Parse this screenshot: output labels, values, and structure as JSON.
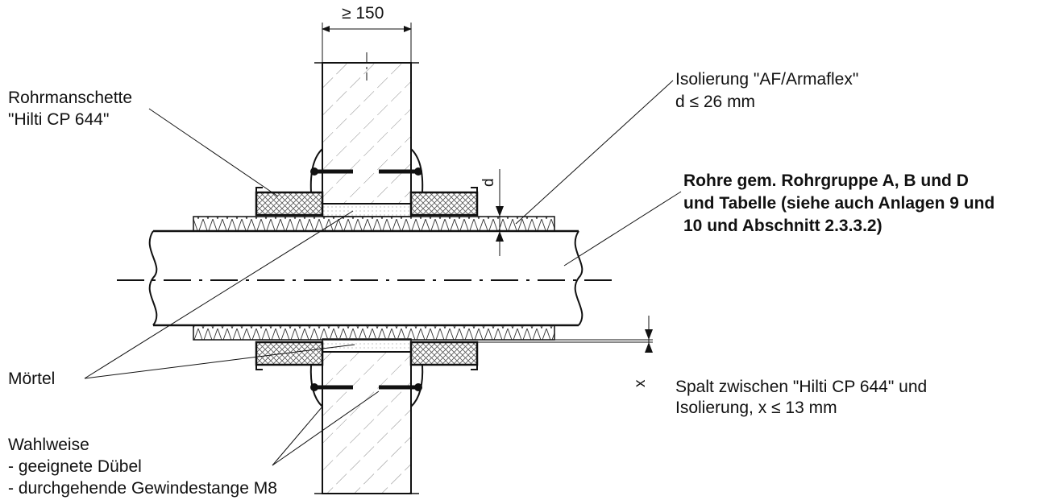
{
  "labels": {
    "wall_thickness": "≥ 150",
    "collar_line1": "Rohrmanschette",
    "collar_line2": "\"Hilti CP 644\"",
    "insulation_line1": "Isolierung \"AF/Armaflex\"",
    "insulation_line2": "d ≤ 26 mm",
    "pipes_line1": "Rohre gem. Rohrgruppe A, B und D",
    "pipes_line2": "und Tabelle (siehe auch Anlagen 9 und",
    "pipes_line3": "10 und Abschnitt 2.3.3.2)",
    "dim_d": "d",
    "dim_x": "x",
    "mortar": "Mörtel",
    "gap_line1": "Spalt zwischen \"Hilti CP 644\" und",
    "gap_line2": "Isolierung, x ≤ 13 mm",
    "option_line1": "Wahlweise",
    "option_line2": "- geeignete Dübel",
    "option_line3": "- durchgehende Gewindestange M8"
  },
  "colors": {
    "line": "#111111",
    "hatch": "#777777",
    "collar_fill": "#d8d8d8",
    "background": "#ffffff"
  }
}
